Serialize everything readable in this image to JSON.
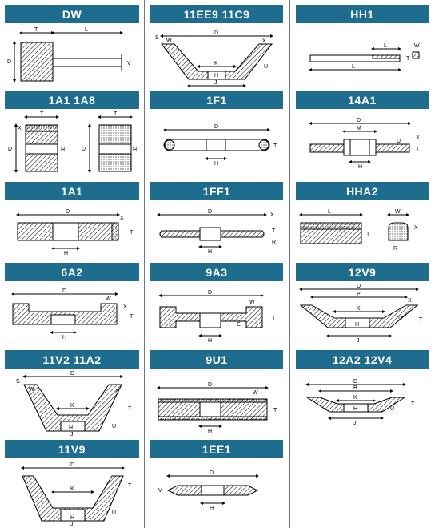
{
  "colors": {
    "header_bg": "#1f6d8e",
    "header_text": "#ffffff",
    "hatch": "#000000"
  },
  "panels": [
    {
      "title": "DW",
      "labels": [
        "T",
        "L",
        "D",
        "V"
      ]
    },
    {
      "title": "11EE9  11C9",
      "labels": [
        "D",
        "W",
        "S",
        "X",
        "K",
        "H",
        "J",
        "U"
      ]
    },
    {
      "title": "HH1",
      "labels": [
        "W",
        "L",
        "L",
        "T"
      ]
    },
    {
      "title": "1A1  1A8",
      "labels": [
        "T",
        "X",
        "H",
        "D",
        "T",
        "H",
        "D"
      ]
    },
    {
      "title": "1F1",
      "labels": [
        "D",
        "H",
        "T"
      ]
    },
    {
      "title": "14A1",
      "labels": [
        "D",
        "M",
        "H",
        "U",
        "T",
        "X"
      ]
    },
    {
      "title": "1A1",
      "labels": [
        "D",
        "H",
        "T",
        "X"
      ]
    },
    {
      "title": "1FF1",
      "labels": [
        "D",
        "H",
        "X",
        "T",
        "R"
      ]
    },
    {
      "title": "HHA2",
      "labels": [
        "L",
        "T",
        "W",
        "X",
        "R"
      ]
    },
    {
      "title": "6A2",
      "labels": [
        "D",
        "W",
        "H",
        "T",
        "X"
      ]
    },
    {
      "title": "9A3",
      "labels": [
        "D",
        "W",
        "H",
        "T",
        "E"
      ]
    },
    {
      "title": "12V9",
      "labels": [
        "D",
        "P",
        "K",
        "H",
        "J",
        "X",
        "U",
        "T"
      ]
    },
    {
      "title": "11V2   11A2",
      "labels": [
        "D",
        "W",
        "S",
        "K",
        "H",
        "J",
        "U",
        "T",
        "X"
      ]
    },
    {
      "title": "9U1",
      "labels": [
        "D",
        "W",
        "H",
        "T"
      ]
    },
    {
      "title": "12A2   12V4",
      "labels": [
        "D",
        "B",
        "K",
        "H",
        "J",
        "U",
        "T"
      ]
    },
    {
      "title": "11V9",
      "labels": [
        "D",
        "K",
        "H",
        "J",
        "T",
        "U"
      ]
    },
    {
      "title": "1EE1",
      "labels": [
        "D",
        "H",
        "V"
      ]
    }
  ]
}
